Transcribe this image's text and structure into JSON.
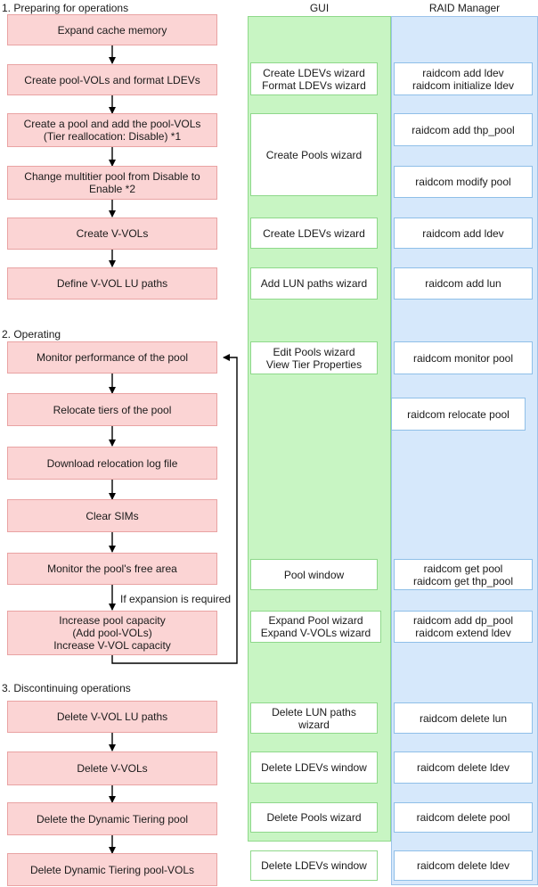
{
  "columns": {
    "gui": "GUI",
    "raid": "RAID Manager"
  },
  "sections": [
    {
      "title": "1. Preparing for operations"
    },
    {
      "title": "2. Operating"
    },
    {
      "title": "3. Discontinuing operations"
    }
  ],
  "steps": [
    {
      "label": "Expand cache memory"
    },
    {
      "label": "Create pool-VOLs and format LDEVs"
    },
    {
      "label": "Create a pool and add the pool-VOLs\n(Tier reallocation: Disable) *1"
    },
    {
      "label": "Change multitier pool from Disable to\nEnable *2"
    },
    {
      "label": "Create V-VOLs"
    },
    {
      "label": "Define V-VOL LU paths"
    },
    {
      "label": "Monitor performance of the pool"
    },
    {
      "label": "Relocate tiers of the pool"
    },
    {
      "label": "Download relocation log file"
    },
    {
      "label": "Clear SIMs"
    },
    {
      "label": "Monitor the pool's free area"
    },
    {
      "label": "Increase pool capacity\n(Add pool-VOLs)\nIncrease V-VOL capacity"
    },
    {
      "label": "Delete V-VOL LU paths"
    },
    {
      "label": "Delete V-VOLs"
    },
    {
      "label": "Delete the Dynamic Tiering pool"
    },
    {
      "label": "Delete Dynamic Tiering pool-VOLs"
    }
  ],
  "gui_items": [
    {
      "label": "Create LDEVs wizard\nFormat LDEVs wizard"
    },
    {
      "label": "Create Pools wizard"
    },
    {
      "label": "Create LDEVs wizard"
    },
    {
      "label": "Add LUN paths wizard"
    },
    {
      "label": "Edit Pools wizard\nView Tier Properties"
    },
    {
      "label": "Pool window"
    },
    {
      "label": "Expand Pool wizard\nExpand V-VOLs wizard"
    },
    {
      "label": "Delete LUN paths\nwizard"
    },
    {
      "label": "Delete LDEVs window"
    },
    {
      "label": "Delete Pools wizard"
    },
    {
      "label": "Delete LDEVs window"
    }
  ],
  "raid_items": [
    {
      "label": "raidcom add ldev\nraidcom initialize ldev"
    },
    {
      "label": "raidcom add thp_pool"
    },
    {
      "label": "raidcom modify pool"
    },
    {
      "label": "raidcom add ldev"
    },
    {
      "label": "raidcom add lun"
    },
    {
      "label": "raidcom monitor pool"
    },
    {
      "label": "raidcom relocate pool"
    },
    {
      "label": "raidcom get pool\nraidcom get thp_pool"
    },
    {
      "label": "raidcom add dp_pool\nraidcom extend ldev"
    },
    {
      "label": "raidcom delete lun"
    },
    {
      "label": "raidcom delete ldev"
    },
    {
      "label": "raidcom delete pool"
    },
    {
      "label": "raidcom delete ldev"
    }
  ],
  "loop_condition": "If expansion is required",
  "colors": {
    "step_fill": "#fbd4d4",
    "gui_column": "#c8f5c3",
    "raid_column": "#d6e8fb",
    "arrow": "#000000"
  }
}
